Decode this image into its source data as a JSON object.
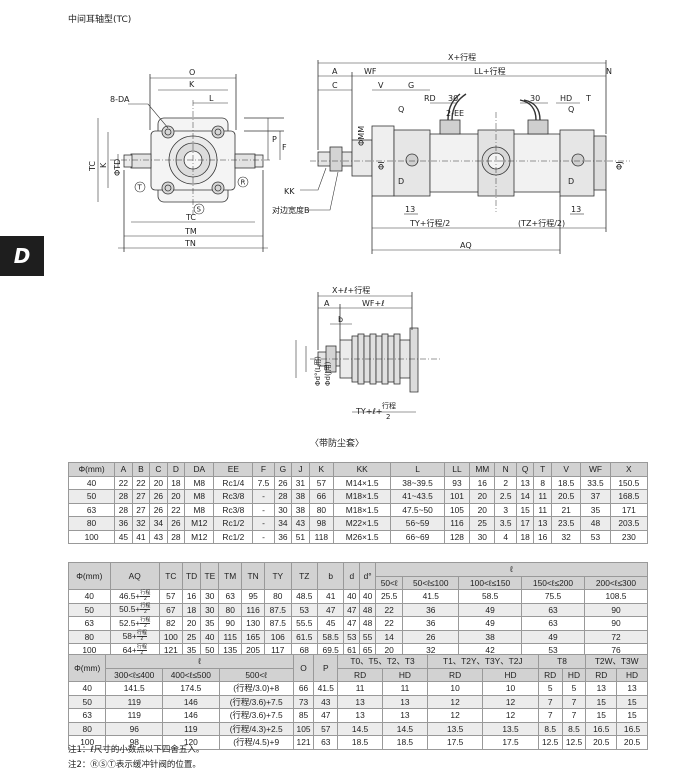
{
  "title": "中间耳轴型(TC)",
  "section_tab": "D",
  "drawing_labels": {
    "left_view": [
      "O",
      "K",
      "L",
      "8-DA",
      "TC",
      "K",
      "ΦTD",
      "P",
      "F",
      "TC",
      "TM",
      "TN",
      "KK",
      "对边宽度B"
    ],
    "right_view": [
      "X+行程",
      "A",
      "WF",
      "LL+行程",
      "N",
      "C",
      "V",
      "G",
      "RD",
      "30",
      "30",
      "HD",
      "T",
      "2-EE",
      "Q",
      "Q",
      "ΦMM",
      "ΦI",
      "ΦJ",
      "D",
      "D",
      "13",
      "13",
      "TY+行程/2",
      "(TZ+行程/2)",
      "AQ"
    ],
    "dust_boot": [
      "X+ℓ+行程",
      "A",
      "WF+ℓ",
      "b",
      "Φd°(L用)",
      "Φd(J用)",
      "TY+ℓ+",
      "行程",
      "2"
    ],
    "port_marks": [
      "T",
      "S",
      "R"
    ]
  },
  "dust_caption": "〈带防尘套〉",
  "table1": {
    "headers": [
      "Φ(mm)",
      "A",
      "B",
      "C",
      "D",
      "DA",
      "EE",
      "F",
      "G",
      "J",
      "K",
      "KK",
      "L",
      "LL",
      "MM",
      "N",
      "Q",
      "T",
      "V",
      "WF",
      "X"
    ],
    "rows": [
      [
        "40",
        "22",
        "22",
        "20",
        "18",
        "M8",
        "Rc1/4",
        "7.5",
        "26",
        "31",
        "57",
        "M14×1.5",
        "38~39.5",
        "93",
        "16",
        "2",
        "13",
        "8",
        "18.5",
        "33.5",
        "150.5"
      ],
      [
        "50",
        "28",
        "27",
        "26",
        "20",
        "M8",
        "Rc3/8",
        "-",
        "28",
        "38",
        "66",
        "M18×1.5",
        "41~43.5",
        "101",
        "20",
        "2.5",
        "14",
        "11",
        "20.5",
        "37",
        "168.5"
      ],
      [
        "63",
        "28",
        "27",
        "26",
        "22",
        "M8",
        "Rc3/8",
        "-",
        "30",
        "38",
        "80",
        "M18×1.5",
        "47.5~50",
        "105",
        "20",
        "3",
        "15",
        "11",
        "21",
        "35",
        "171"
      ],
      [
        "80",
        "36",
        "32",
        "34",
        "26",
        "M12",
        "Rc1/2",
        "-",
        "34",
        "43",
        "98",
        "M22×1.5",
        "56~59",
        "116",
        "25",
        "3.5",
        "17",
        "13",
        "23.5",
        "48",
        "203.5"
      ],
      [
        "100",
        "45",
        "41",
        "43",
        "28",
        "M12",
        "Rc1/2",
        "-",
        "36",
        "51",
        "118",
        "M26×1.5",
        "66~69",
        "128",
        "30",
        "4",
        "18",
        "16",
        "32",
        "53",
        "230"
      ]
    ]
  },
  "table2": {
    "headers": [
      "Φ(mm)",
      "AQ",
      "TC",
      "TD",
      "TE",
      "TM",
      "TN",
      "TY",
      "TZ",
      "b",
      "d",
      "d°"
    ],
    "ell_header": "ℓ",
    "ell_sub": [
      "50<ℓ",
      "50<ℓ≤100",
      "100<ℓ≤150",
      "150<ℓ≤200",
      "200<ℓ≤300"
    ],
    "frac": {
      "num": "行程",
      "den": "2"
    },
    "rows": [
      [
        "40",
        "46.5+",
        "57",
        "16",
        "30",
        "63",
        "95",
        "80",
        "48.5",
        "41",
        "40",
        "40",
        "25.5",
        "41.5",
        "58.5",
        "75.5",
        "108.5"
      ],
      [
        "50",
        "50.5+",
        "67",
        "18",
        "30",
        "80",
        "116",
        "87.5",
        "53",
        "47",
        "47",
        "48",
        "22",
        "36",
        "49",
        "63",
        "90"
      ],
      [
        "63",
        "52.5+",
        "82",
        "20",
        "35",
        "90",
        "130",
        "87.5",
        "55.5",
        "45",
        "47",
        "48",
        "22",
        "36",
        "49",
        "63",
        "90"
      ],
      [
        "80",
        "58+",
        "100",
        "25",
        "40",
        "115",
        "165",
        "106",
        "61.5",
        "58.5",
        "53",
        "55",
        "14",
        "26",
        "38",
        "49",
        "72"
      ],
      [
        "100",
        "64+",
        "121",
        "35",
        "50",
        "135",
        "205",
        "117",
        "68",
        "69.5",
        "61",
        "65",
        "20",
        "32",
        "42",
        "53",
        "76"
      ]
    ]
  },
  "table3": {
    "h_phi": "Φ(mm)",
    "h_ell": "ℓ",
    "h_ell_sub": [
      "300<ℓ≤400",
      "400<ℓ≤500",
      "500<ℓ"
    ],
    "h_O": "O",
    "h_P": "P",
    "h_g1": "T0、T5、T2、T3",
    "h_g2": "T1、T2Y、T3Y、T2J",
    "h_g3": "T8",
    "h_g4": "T2W、T3W",
    "h_rd": "RD",
    "h_hd": "HD",
    "rows": [
      [
        "40",
        "141.5",
        "174.5",
        "(行程/3.0)+8",
        "66",
        "41.5",
        "11",
        "11",
        "10",
        "10",
        "5",
        "5",
        "13",
        "13"
      ],
      [
        "50",
        "119",
        "146",
        "(行程/3.6)+7.5",
        "73",
        "43",
        "13",
        "13",
        "12",
        "12",
        "7",
        "7",
        "15",
        "15"
      ],
      [
        "63",
        "119",
        "146",
        "(行程/3.6)+7.5",
        "85",
        "47",
        "13",
        "13",
        "12",
        "12",
        "7",
        "7",
        "15",
        "15"
      ],
      [
        "80",
        "96",
        "119",
        "(行程/4.3)+2.5",
        "105",
        "57",
        "14.5",
        "14.5",
        "13.5",
        "13.5",
        "8.5",
        "8.5",
        "16.5",
        "16.5"
      ],
      [
        "100",
        "98",
        "120",
        "(行程/4.5)+9",
        "121",
        "63",
        "18.5",
        "18.5",
        "17.5",
        "17.5",
        "12.5",
        "12.5",
        "20.5",
        "20.5"
      ]
    ]
  },
  "notes": [
    "注1：ℓ尺寸的小数点以下四舍五入。",
    "注2：ⓇⓈⓉ表示缓冲针阀的位置。"
  ]
}
